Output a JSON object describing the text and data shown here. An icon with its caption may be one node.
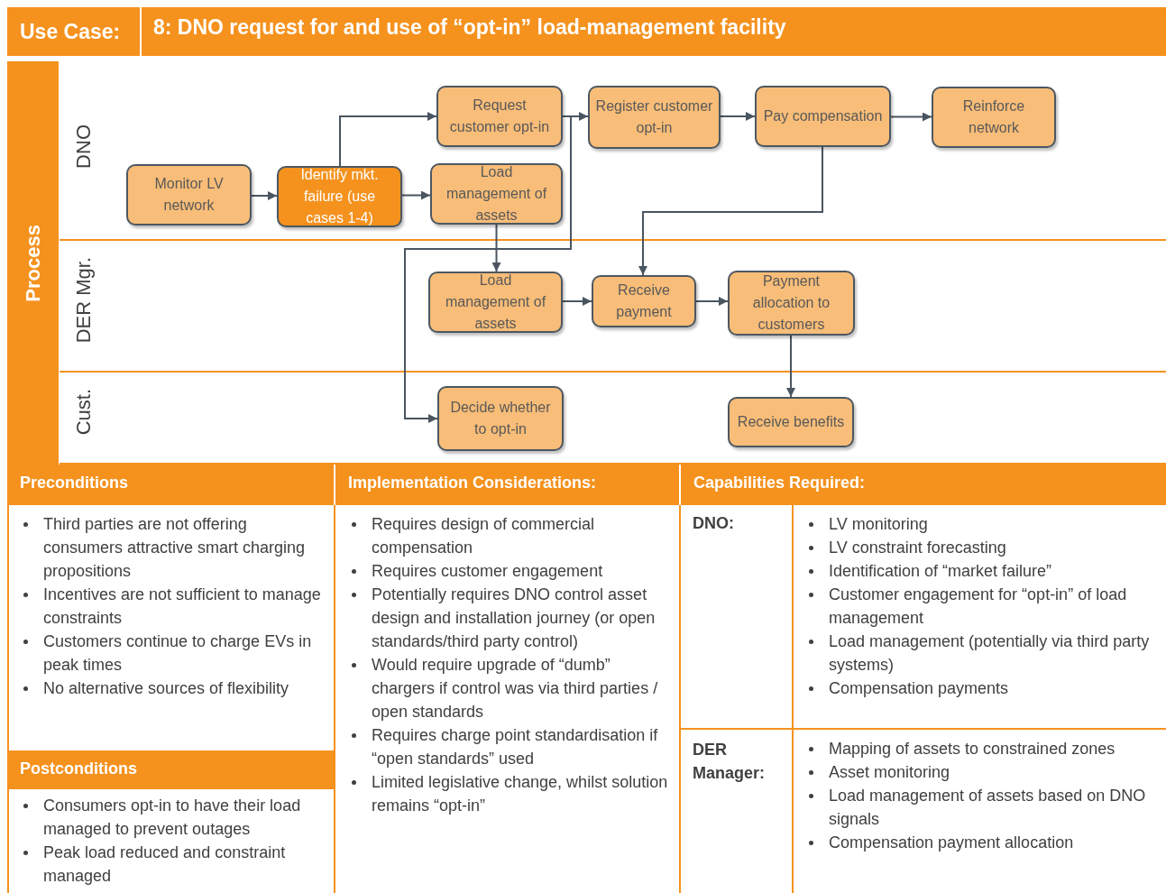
{
  "diagram": {
    "title": "8: DNO request for and use of “opt-in” load-management facility",
    "nodes": [
      {
        "text": [
          "Process"
        ]
      },
      {
        "text": [
          "DNO"
        ]
      },
      {
        "text": [
          "DER Mgr."
        ]
      },
      {
        "text": [
          "Cust."
        ]
      },
      {
        "text": [
          "Monitor LV network"
        ],
        "in": 1
      },
      {
        "text": [
          "Identify mkt. failure (use cases 1-4)"
        ],
        "in": 1
      },
      {
        "text": [
          "Request customer opt-in"
        ],
        "in": 1
      },
      {
        "text": [
          "Load management of assets"
        ],
        "in": 1
      },
      {
        "text": [
          "Register customer opt-in"
        ],
        "in": 1
      },
      {
        "text": [
          "Pay compensation"
        ],
        "in": 1
      },
      {
        "text": [
          "Reinforce network"
        ],
        "in": 1
      },
      {
        "text": [
          "Load management of assets"
        ],
        "in": 2
      },
      {
        "text": [
          "Receive payment"
        ],
        "in": 2
      },
      {
        "text": [
          "Payment allocation to customers"
        ],
        "in": 2
      },
      {
        "text": [
          "Decide whether to opt-in"
        ],
        "in": 3
      },
      {
        "text": [
          "Receive benefits"
        ],
        "in": 3
      }
    ],
    "edges": [
      {
        "from": 4,
        "to": 5,
        "arrow": "to"
      },
      {
        "from": 5,
        "to": 6,
        "arrow": "to"
      },
      {
        "from": 5,
        "to": 7,
        "arrow": "to"
      },
      {
        "from": 6,
        "to": 8,
        "arrow": "to"
      },
      {
        "from": 6,
        "to": 14,
        "arrow": "to"
      },
      {
        "from": 8,
        "to": 9,
        "arrow": "to"
      },
      {
        "from": 9,
        "to": 10,
        "arrow": "to"
      },
      {
        "from": 7,
        "to": 11,
        "arrow": "to"
      },
      {
        "from": 9,
        "to": 12,
        "arrow": "to"
      },
      {
        "from": 11,
        "to": 12,
        "arrow": "to"
      },
      {
        "from": 12,
        "to": 13,
        "arrow": "to"
      },
      {
        "from": 13,
        "to": 15,
        "arrow": "to"
      }
    ],
    "labels": [
      "Use Case:",
      "Preconditions",
      "Implementation Considerations:",
      "Capabilities Required:",
      "Third parties are not offering consumers attractive smart charging propositions",
      "Incentives are not sufficient to manage constraints",
      "Customers continue to charge EVs in peak times",
      "No alternative sources of flexibility",
      "Requires design of commercial compensation",
      "Requires customer engagement",
      "Potentially requires DNO control asset design and installation journey (or open standards/third party control)",
      "Would require upgrade of “dumb” chargers if control was via third parties / open standards",
      "Requires charge point standardisation if “open standards” used",
      "Limited legislative change, whilst solution remains “opt-in”",
      "DNO:",
      "LV monitoring",
      "LV constraint forecasting",
      "Identification of “market failure”",
      "Customer engagement for “opt-in” of load management",
      "Load management (potentially via third party systems)",
      "Compensation payments",
      "DER Manager:",
      "Mapping of assets to constrained zones",
      "Asset monitoring",
      "Load management of assets based on DNO signals",
      "Compensation payment allocation",
      "Postconditions",
      "Consumers opt-in to have their load managed to prevent outages",
      "Peak load reduced and constraint managed"
    ]
  }
}
